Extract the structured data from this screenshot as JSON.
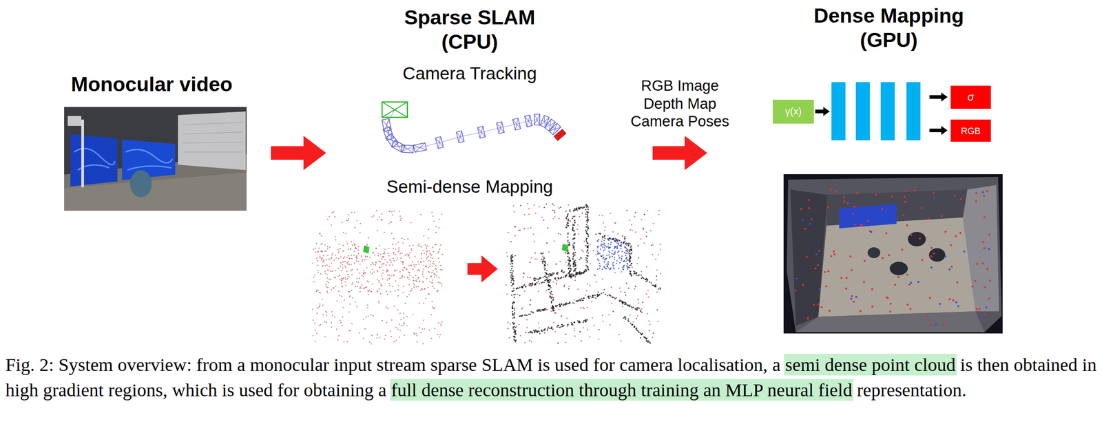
{
  "diagram": {
    "caption": "Fig. 2: System overview: from a monocular input stream sparse SLAM is used for camera localisation, a semi dense point cloud is then obtained in high gradient regions, which is used for obtaining a full dense reconstruction through training an MLP neural field representation.",
    "nodes": [
      {
        "text": [
          "Monocular video"
        ]
      },
      {
        "text": [
          "Sparse SLAM (CPU)",
          "Camera Tracking",
          "Semi-dense Mapping"
        ]
      },
      {
        "text": [
          "Dense Mapping (GPU)"
        ]
      },
      {
        "text": [
          "γ(x)"
        ],
        "in": 2
      },
      {
        "text": [
          "σ"
        ],
        "in": 2
      },
      {
        "text": [
          "RGB"
        ],
        "in": 2
      }
    ],
    "edges": [
      {
        "from": 0,
        "to": 1,
        "arrow": "to"
      },
      {
        "from": 1,
        "to": 2,
        "arrow": "to",
        "label": "RGB Image Depth Map Camera Poses"
      }
    ]
  }
}
